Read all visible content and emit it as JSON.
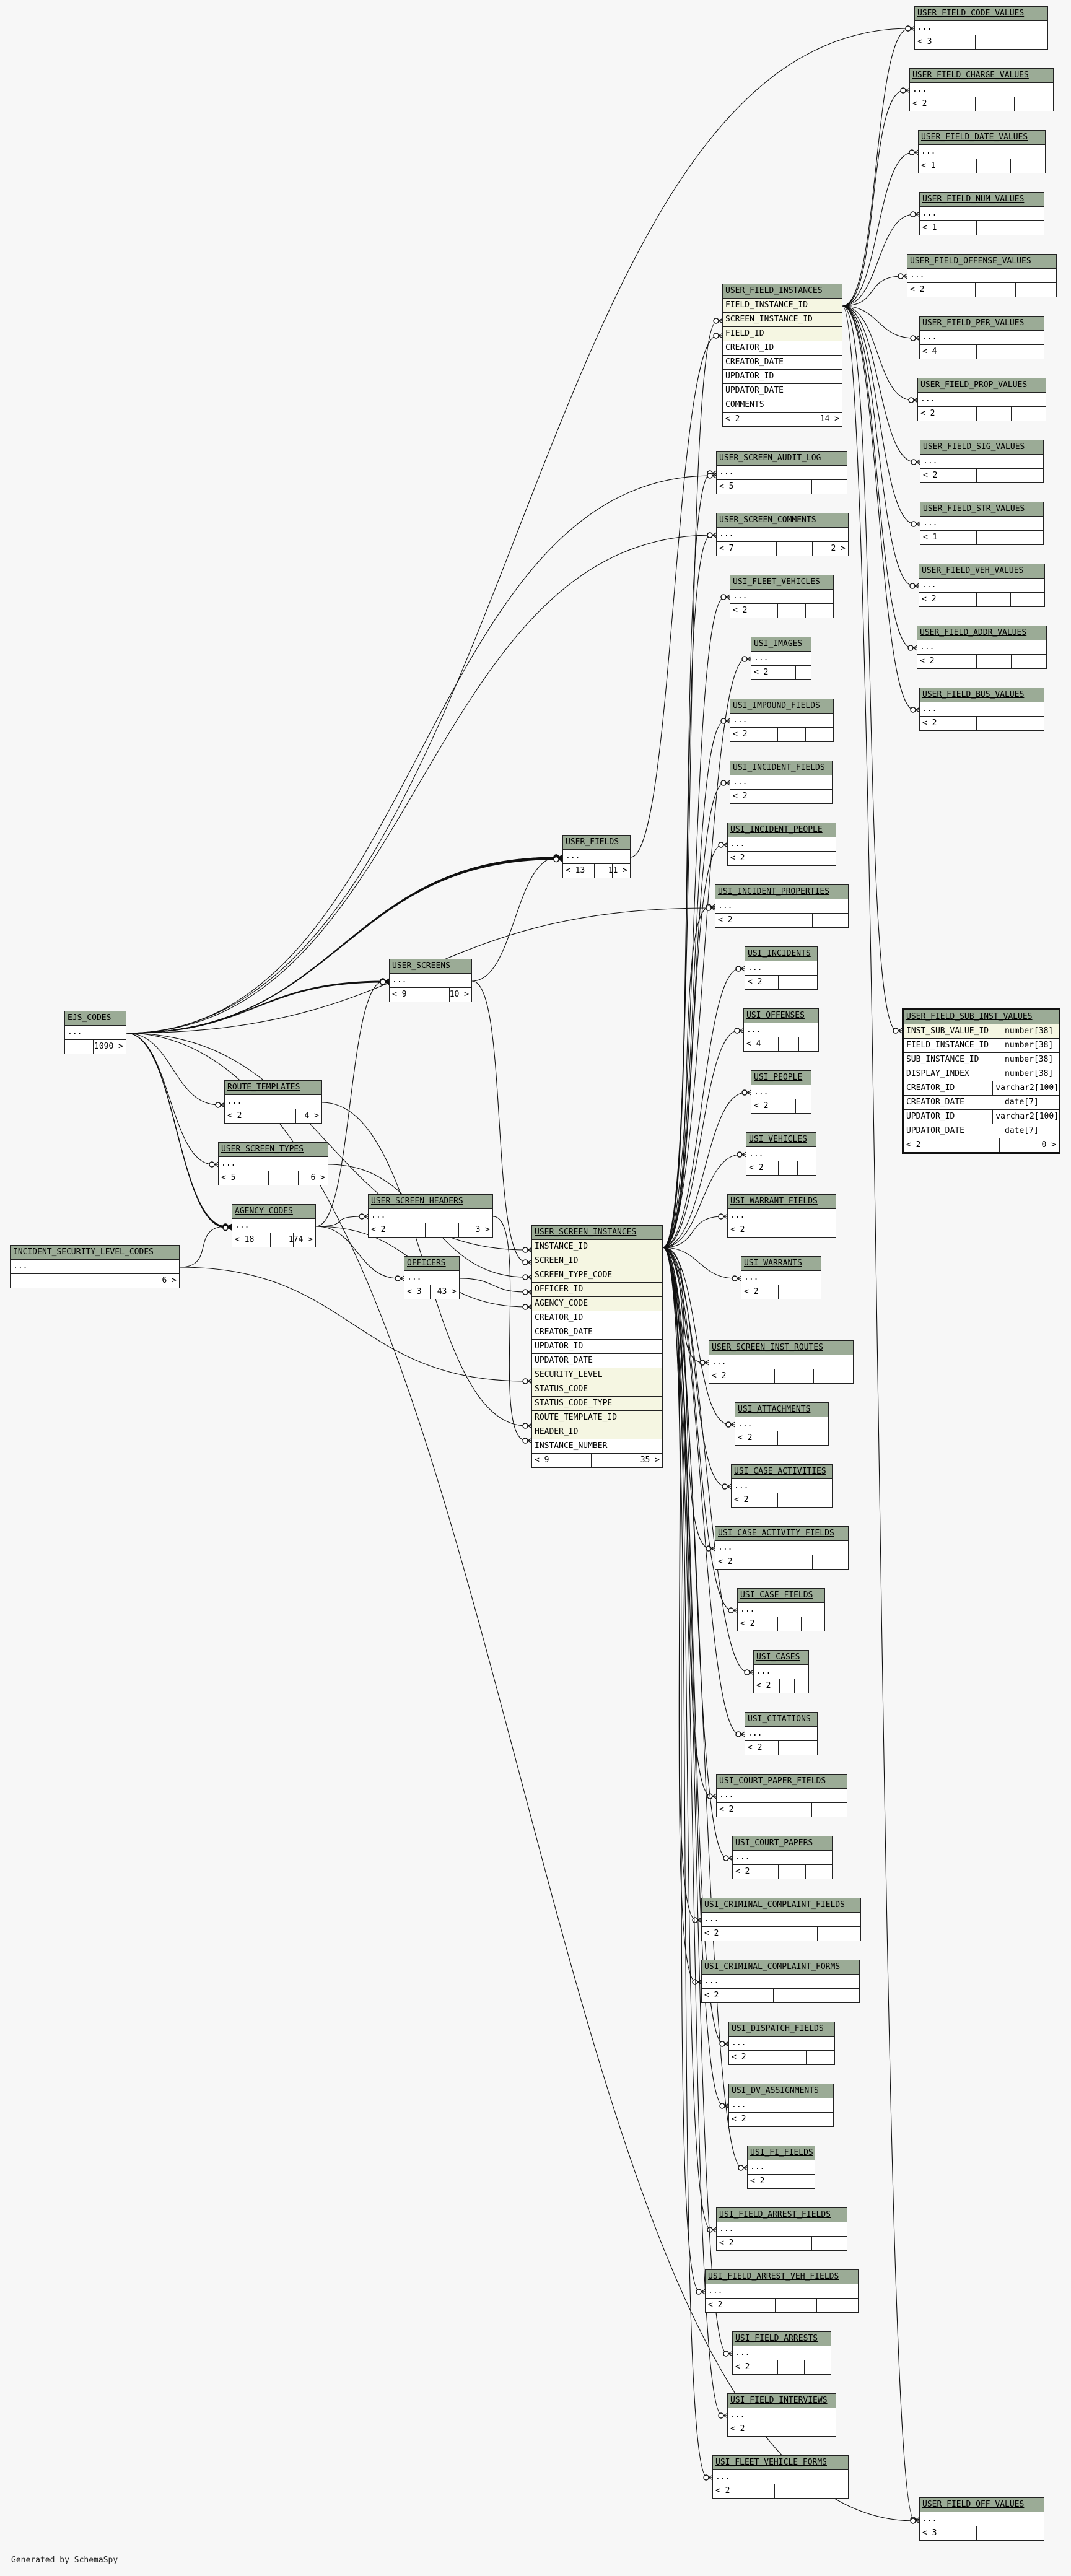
{
  "footer": "Generated by SchemaSpy",
  "tables": [
    {
      "id": "USER_FIELD_CODE_VALUES",
      "label": "USER_FIELD_CODE_VALUES",
      "rows": [
        "..."
      ],
      "foot_left": "< 3",
      "foot_right": ""
    },
    {
      "id": "USER_FIELD_CHARGE_VALUES",
      "label": "USER_FIELD_CHARGE_VALUES",
      "rows": [
        "..."
      ],
      "foot_left": "< 2",
      "foot_right": ""
    },
    {
      "id": "USER_FIELD_DATE_VALUES",
      "label": "USER_FIELD_DATE_VALUES",
      "rows": [
        "..."
      ],
      "foot_left": "< 1",
      "foot_right": ""
    },
    {
      "id": "USER_FIELD_NUM_VALUES",
      "label": "USER_FIELD_NUM_VALUES",
      "rows": [
        "..."
      ],
      "foot_left": "< 1",
      "foot_right": ""
    },
    {
      "id": "USER_FIELD_OFFENSE_VALUES",
      "label": "USER_FIELD_OFFENSE_VALUES",
      "rows": [
        "..."
      ],
      "foot_left": "< 2",
      "foot_right": ""
    },
    {
      "id": "USER_FIELD_PER_VALUES",
      "label": "USER_FIELD_PER_VALUES",
      "rows": [
        "..."
      ],
      "foot_left": "< 4",
      "foot_right": ""
    },
    {
      "id": "USER_FIELD_PROP_VALUES",
      "label": "USER_FIELD_PROP_VALUES",
      "rows": [
        "..."
      ],
      "foot_left": "< 2",
      "foot_right": ""
    },
    {
      "id": "USER_FIELD_SIG_VALUES",
      "label": "USER_FIELD_SIG_VALUES",
      "rows": [
        "..."
      ],
      "foot_left": "< 2",
      "foot_right": ""
    },
    {
      "id": "USER_FIELD_STR_VALUES",
      "label": "USER_FIELD_STR_VALUES",
      "rows": [
        "..."
      ],
      "foot_left": "< 1",
      "foot_right": ""
    },
    {
      "id": "USER_FIELD_VEH_VALUES",
      "label": "USER_FIELD_VEH_VALUES",
      "rows": [
        "..."
      ],
      "foot_left": "< 2",
      "foot_right": ""
    },
    {
      "id": "USER_FIELD_ADDR_VALUES",
      "label": "USER_FIELD_ADDR_VALUES",
      "rows": [
        "..."
      ],
      "foot_left": "< 2",
      "foot_right": ""
    },
    {
      "id": "USER_FIELD_BUS_VALUES",
      "label": "USER_FIELD_BUS_VALUES",
      "rows": [
        "..."
      ],
      "foot_left": "< 2",
      "foot_right": ""
    },
    {
      "id": "USER_FIELD_INSTANCES",
      "label": "USER_FIELD_INSTANCES",
      "rows": [
        "FIELD_INSTANCE_ID",
        "SCREEN_INSTANCE_ID",
        "FIELD_ID",
        "CREATOR_ID",
        "CREATOR_DATE",
        "UPDATOR_ID",
        "UPDATOR_DATE",
        "COMMENTS"
      ],
      "foot_left": "< 2",
      "foot_right": "14 >"
    },
    {
      "id": "USER_SCREEN_AUDIT_LOG",
      "label": "USER_SCREEN_AUDIT_LOG",
      "rows": [
        "..."
      ],
      "foot_left": "< 5",
      "foot_right": ""
    },
    {
      "id": "USER_SCREEN_COMMENTS",
      "label": "USER_SCREEN_COMMENTS",
      "rows": [
        "..."
      ],
      "foot_left": "< 7",
      "foot_right": "2 >"
    },
    {
      "id": "USI_FLEET_VEHICLES",
      "label": "USI_FLEET_VEHICLES",
      "rows": [
        "..."
      ],
      "foot_left": "< 2",
      "foot_right": ""
    },
    {
      "id": "USI_IMAGES",
      "label": "USI_IMAGES",
      "rows": [
        "..."
      ],
      "foot_left": "< 2",
      "foot_right": ""
    },
    {
      "id": "USI_IMPOUND_FIELDS",
      "label": "USI_IMPOUND_FIELDS",
      "rows": [
        "..."
      ],
      "foot_left": "< 2",
      "foot_right": ""
    },
    {
      "id": "USI_INCIDENT_FIELDS",
      "label": "USI_INCIDENT_FIELDS",
      "rows": [
        "..."
      ],
      "foot_left": "< 2",
      "foot_right": ""
    },
    {
      "id": "USI_INCIDENT_PEOPLE",
      "label": "USI_INCIDENT_PEOPLE",
      "rows": [
        "..."
      ],
      "foot_left": "< 2",
      "foot_right": ""
    },
    {
      "id": "USI_INCIDENT_PROPERTIES",
      "label": "USI_INCIDENT_PROPERTIES",
      "rows": [
        "..."
      ],
      "foot_left": "< 2",
      "foot_right": ""
    },
    {
      "id": "USI_INCIDENTS",
      "label": "USI_INCIDENTS",
      "rows": [
        "..."
      ],
      "foot_left": "< 2",
      "foot_right": ""
    },
    {
      "id": "USI_OFFENSES",
      "label": "USI_OFFENSES",
      "rows": [
        "..."
      ],
      "foot_left": "< 4",
      "foot_right": ""
    },
    {
      "id": "USI_PEOPLE",
      "label": "USI_PEOPLE",
      "rows": [
        "..."
      ],
      "foot_left": "< 2",
      "foot_right": ""
    },
    {
      "id": "USI_VEHICLES",
      "label": "USI_VEHICLES",
      "rows": [
        "..."
      ],
      "foot_left": "< 2",
      "foot_right": ""
    },
    {
      "id": "USI_WARRANT_FIELDS",
      "label": "USI_WARRANT_FIELDS",
      "rows": [
        "..."
      ],
      "foot_left": "< 2",
      "foot_right": ""
    },
    {
      "id": "USI_WARRANTS",
      "label": "USI_WARRANTS",
      "rows": [
        "..."
      ],
      "foot_left": "< 2",
      "foot_right": ""
    },
    {
      "id": "USER_FIELDS",
      "label": "USER_FIELDS",
      "rows": [
        "..."
      ],
      "foot_left": "< 13",
      "foot_right": "11 >"
    },
    {
      "id": "USER_SCREENS",
      "label": "USER_SCREENS",
      "rows": [
        "..."
      ],
      "foot_left": "< 9",
      "foot_right": "10 >"
    },
    {
      "id": "EJS_CODES",
      "label": "EJS_CODES",
      "rows": [
        "..."
      ],
      "foot_left": "",
      "foot_right": "1090 >"
    },
    {
      "id": "ROUTE_TEMPLATES",
      "label": "ROUTE_TEMPLATES",
      "rows": [
        "..."
      ],
      "foot_left": "< 2",
      "foot_right": "4 >"
    },
    {
      "id": "USER_SCREEN_TYPES",
      "label": "USER_SCREEN_TYPES",
      "rows": [
        "..."
      ],
      "foot_left": "< 5",
      "foot_right": "6 >"
    },
    {
      "id": "AGENCY_CODES",
      "label": "AGENCY_CODES",
      "rows": [
        "..."
      ],
      "foot_left": "< 18",
      "foot_right": "174 >"
    },
    {
      "id": "USER_SCREEN_HEADERS",
      "label": "USER_SCREEN_HEADERS",
      "rows": [
        "..."
      ],
      "foot_left": "< 2",
      "foot_right": "3 >"
    },
    {
      "id": "OFFICERS",
      "label": "OFFICERS",
      "rows": [
        "..."
      ],
      "foot_left": "< 3",
      "foot_right": "43 >"
    },
    {
      "id": "INCIDENT_SECURITY_LEVEL_CODES",
      "label": "INCIDENT_SECURITY_LEVEL_CODES",
      "rows": [
        "..."
      ],
      "foot_left": "",
      "foot_right": "6 >"
    },
    {
      "id": "USER_SCREEN_INSTANCES",
      "label": "USER_SCREEN_INSTANCES",
      "rows": [
        "INSTANCE_ID",
        "SCREEN_ID",
        "SCREEN_TYPE_CODE",
        "OFFICER_ID",
        "AGENCY_CODE",
        "CREATOR_ID",
        "CREATOR_DATE",
        "UPDATOR_ID",
        "UPDATOR_DATE",
        "SECURITY_LEVEL",
        "STATUS_CODE",
        "STATUS_CODE_TYPE",
        "ROUTE_TEMPLATE_ID",
        "HEADER_ID",
        "INSTANCE_NUMBER"
      ],
      "foot_left": "< 9",
      "foot_right": "35 >"
    },
    {
      "id": "USER_SCREEN_INST_ROUTES",
      "label": "USER_SCREEN_INST_ROUTES",
      "rows": [
        "..."
      ],
      "foot_left": "< 2",
      "foot_right": ""
    },
    {
      "id": "USI_ATTACHMENTS",
      "label": "USI_ATTACHMENTS",
      "rows": [
        "..."
      ],
      "foot_left": "< 2",
      "foot_right": ""
    },
    {
      "id": "USI_CASE_ACTIVITIES",
      "label": "USI_CASE_ACTIVITIES",
      "rows": [
        "..."
      ],
      "foot_left": "< 2",
      "foot_right": ""
    },
    {
      "id": "USI_CASE_ACTIVITY_FIELDS",
      "label": "USI_CASE_ACTIVITY_FIELDS",
      "rows": [
        "..."
      ],
      "foot_left": "< 2",
      "foot_right": ""
    },
    {
      "id": "USI_CASE_FIELDS",
      "label": "USI_CASE_FIELDS",
      "rows": [
        "..."
      ],
      "foot_left": "< 2",
      "foot_right": ""
    },
    {
      "id": "USI_CASES",
      "label": "USI_CASES",
      "rows": [
        "..."
      ],
      "foot_left": "< 2",
      "foot_right": ""
    },
    {
      "id": "USI_CITATIONS",
      "label": "USI_CITATIONS",
      "rows": [
        "..."
      ],
      "foot_left": "< 2",
      "foot_right": ""
    },
    {
      "id": "USI_COURT_PAPER_FIELDS",
      "label": "USI_COURT_PAPER_FIELDS",
      "rows": [
        "..."
      ],
      "foot_left": "< 2",
      "foot_right": ""
    },
    {
      "id": "USI_COURT_PAPERS",
      "label": "USI_COURT_PAPERS",
      "rows": [
        "..."
      ],
      "foot_left": "< 2",
      "foot_right": ""
    },
    {
      "id": "USI_CRIMINAL_COMPLAINT_FIELDS",
      "label": "USI_CRIMINAL_COMPLAINT_FIELDS",
      "rows": [
        "..."
      ],
      "foot_left": "< 2",
      "foot_right": ""
    },
    {
      "id": "USI_CRIMINAL_COMPLAINT_FORMS",
      "label": "USI_CRIMINAL_COMPLAINT_FORMS",
      "rows": [
        "..."
      ],
      "foot_left": "< 2",
      "foot_right": ""
    },
    {
      "id": "USI_DISPATCH_FIELDS",
      "label": "USI_DISPATCH_FIELDS",
      "rows": [
        "..."
      ],
      "foot_left": "< 2",
      "foot_right": ""
    },
    {
      "id": "USI_DV_ASSIGNMENTS",
      "label": "USI_DV_ASSIGNMENTS",
      "rows": [
        "..."
      ],
      "foot_left": "< 2",
      "foot_right": ""
    },
    {
      "id": "USI_FI_FIELDS",
      "label": "USI_FI_FIELDS",
      "rows": [
        "..."
      ],
      "foot_left": "< 2",
      "foot_right": ""
    },
    {
      "id": "USI_FIELD_ARREST_FIELDS",
      "label": "USI_FIELD_ARREST_FIELDS",
      "rows": [
        "..."
      ],
      "foot_left": "< 2",
      "foot_right": ""
    },
    {
      "id": "USI_FIELD_ARREST_VEH_FIELDS",
      "label": "USI_FIELD_ARREST_VEH_FIELDS",
      "rows": [
        "..."
      ],
      "foot_left": "< 2",
      "foot_right": ""
    },
    {
      "id": "USI_FIELD_ARRESTS",
      "label": "USI_FIELD_ARRESTS",
      "rows": [
        "..."
      ],
      "foot_left": "< 2",
      "foot_right": ""
    },
    {
      "id": "USI_FIELD_INTERVIEWS",
      "label": "USI_FIELD_INTERVIEWS",
      "rows": [
        "..."
      ],
      "foot_left": "< 2",
      "foot_right": ""
    },
    {
      "id": "USI_FLEET_VEHICLE_FORMS",
      "label": "USI_FLEET_VEHICLE_FORMS",
      "rows": [
        "..."
      ],
      "foot_left": "< 2",
      "foot_right": ""
    },
    {
      "id": "USER_FIELD_OFF_VALUES",
      "label": "USER_FIELD_OFF_VALUES",
      "rows": [
        "..."
      ],
      "foot_left": "< 3",
      "foot_right": ""
    }
  ],
  "focus_table": {
    "id": "USER_FIELD_SUB_INST_VALUES",
    "label": "USER_FIELD_SUB_INST_VALUES",
    "columns": [
      {
        "name": "INST_SUB_VALUE_ID",
        "type": "number[38]"
      },
      {
        "name": "FIELD_INSTANCE_ID",
        "type": "number[38]"
      },
      {
        "name": "SUB_INSTANCE_ID",
        "type": "number[38]"
      },
      {
        "name": "DISPLAY_INDEX",
        "type": "number[38]"
      },
      {
        "name": "CREATOR_ID",
        "type": "varchar2[100]"
      },
      {
        "name": "CREATOR_DATE",
        "type": "date[7]"
      },
      {
        "name": "UPDATOR_ID",
        "type": "varchar2[100]"
      },
      {
        "name": "UPDATOR_DATE",
        "type": "date[7]"
      }
    ],
    "foot_left": "< 2",
    "foot_right": "0 >"
  }
}
